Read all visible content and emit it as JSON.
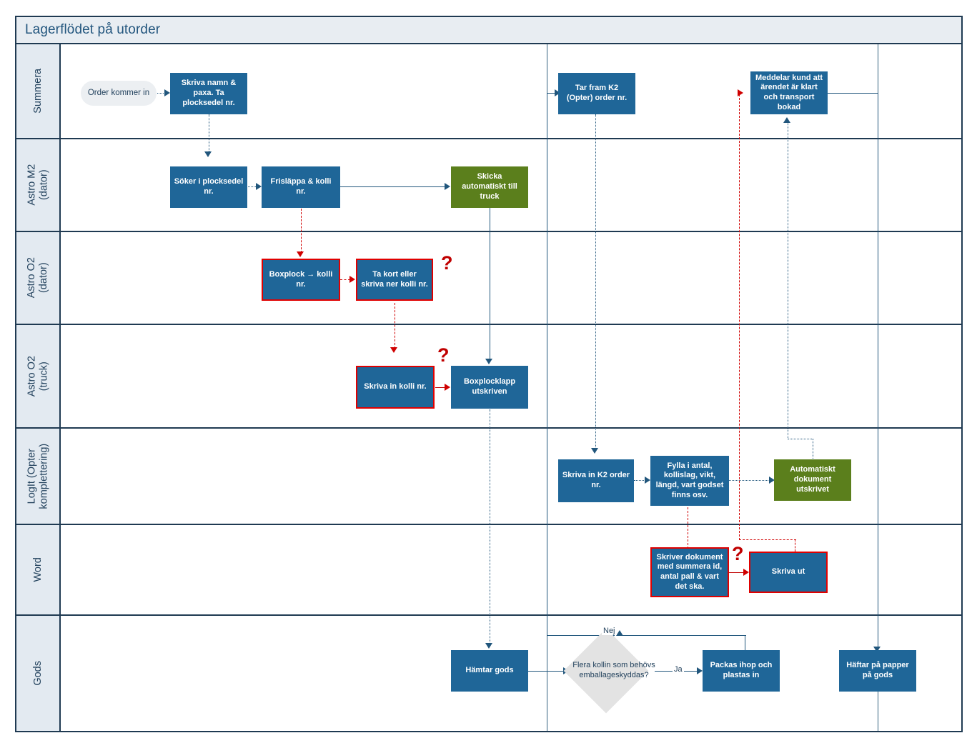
{
  "diagram": {
    "title": "Lagerflödet på utorder",
    "type": "swimlane-flowchart",
    "colors": {
      "lane_header_bg": "#e3eaf1",
      "title_bg": "#e8edf2",
      "frame": "#1f3a52",
      "node_blue": "#1f6698",
      "node_green": "#5b7f1c",
      "node_start": "#eceff2",
      "node_decision": "#e3e3e3",
      "highlight_red": "#e00000",
      "connector_blue": "#21567c",
      "title_text": "#23567e"
    }
  },
  "lanes": [
    {
      "id": "summera",
      "label": "Summera"
    },
    {
      "id": "astro-m2",
      "label": "Astro M2\n(dator)"
    },
    {
      "id": "astro-o2",
      "label": "Astro O2\n(dator)"
    },
    {
      "id": "astro-o2-truck",
      "label": "Astro O2 (truck)"
    },
    {
      "id": "logit",
      "label": "LogIt (Opter\nkomplettering)"
    },
    {
      "id": "word",
      "label": "Word"
    },
    {
      "id": "gods",
      "label": "Gods"
    }
  ],
  "nodes": [
    {
      "id": "order-kommer-in",
      "lane": "summera",
      "label": "Order kommer in",
      "shape": "rounded",
      "fill": "start",
      "highlight": false
    },
    {
      "id": "skriva-namn-paxa",
      "lane": "summera",
      "label": "Skriva namn & paxa. Ta plocksedel nr.",
      "shape": "rect",
      "fill": "blue",
      "highlight": false
    },
    {
      "id": "tar-fram-k2",
      "lane": "summera",
      "label": "Tar fram K2 (Opter) order nr.",
      "shape": "rect",
      "fill": "blue",
      "highlight": false
    },
    {
      "id": "meddelar-kund",
      "lane": "summera",
      "label": "Meddelar kund att ärendet är klart och transport bokad",
      "shape": "rect",
      "fill": "blue",
      "highlight": false
    },
    {
      "id": "soker-i-plocksedel",
      "lane": "astro-m2",
      "label": "Söker i plocksedel nr.",
      "shape": "rect",
      "fill": "blue",
      "highlight": false
    },
    {
      "id": "frislappa-kolli",
      "lane": "astro-m2",
      "label": "Frisläppa &  kolli nr.",
      "shape": "rect",
      "fill": "blue",
      "highlight": false
    },
    {
      "id": "skicka-till-truck",
      "lane": "astro-m2",
      "label": "Skicka automatiskt till truck",
      "shape": "rect",
      "fill": "green",
      "highlight": false
    },
    {
      "id": "boxplock-kolli",
      "lane": "astro-o2",
      "label": "Boxplock → kolli nr.",
      "shape": "rect",
      "fill": "blue",
      "highlight": true
    },
    {
      "id": "ta-kort-skriva",
      "lane": "astro-o2",
      "label": "Ta kort eller skriva ner kolli nr.",
      "shape": "rect",
      "fill": "blue",
      "highlight": true
    },
    {
      "id": "skriva-in-kolli",
      "lane": "astro-o2-truck",
      "label": "Skriva in kolli nr.",
      "shape": "rect",
      "fill": "blue",
      "highlight": true
    },
    {
      "id": "boxplocklapp",
      "lane": "astro-o2-truck",
      "label": "Boxplocklapp utskriven",
      "shape": "rect",
      "fill": "blue",
      "highlight": false
    },
    {
      "id": "skriva-in-k2",
      "lane": "logit",
      "label": "Skriva in K2 order nr.",
      "shape": "rect",
      "fill": "blue",
      "highlight": false
    },
    {
      "id": "fylla-i-antal",
      "lane": "logit",
      "label": "Fylla i antal, kollislag, vikt, längd, vart godset finns osv.",
      "shape": "rect",
      "fill": "blue",
      "highlight": false
    },
    {
      "id": "automatiskt-dok",
      "lane": "logit",
      "label": "Automatiskt dokument utskrivet",
      "shape": "rect",
      "fill": "green",
      "highlight": false
    },
    {
      "id": "skriver-dokument",
      "lane": "word",
      "label": "Skriver dokument med summera id, antal pall & vart det ska.",
      "shape": "rect",
      "fill": "blue",
      "highlight": true
    },
    {
      "id": "skriva-ut",
      "lane": "word",
      "label": "Skriva ut",
      "shape": "rect",
      "fill": "blue",
      "highlight": true
    },
    {
      "id": "hamtar-gods",
      "lane": "gods",
      "label": "Hämtar gods",
      "shape": "rect",
      "fill": "blue",
      "highlight": false
    },
    {
      "id": "flera-kollin",
      "lane": "gods",
      "label": "Flera kollin som behövs emballageskyddas?",
      "shape": "diamond",
      "fill": "decision",
      "highlight": false
    },
    {
      "id": "packas-ihop",
      "lane": "gods",
      "label": "Packas ihop och plastas in",
      "shape": "rect",
      "fill": "blue",
      "highlight": false
    },
    {
      "id": "haftar-pa-papper",
      "lane": "gods",
      "label": "Häftar på papper på gods",
      "shape": "rect",
      "fill": "blue",
      "highlight": false
    }
  ],
  "edge_labels": {
    "ja": "Ja",
    "nej": "Nej"
  },
  "annotations": [
    {
      "id": "q1",
      "symbol": "?",
      "near": "ta-kort-skriva"
    },
    {
      "id": "q2",
      "symbol": "?",
      "near": "skriva-in-kolli"
    },
    {
      "id": "q3",
      "symbol": "?",
      "near": "skriva-ut"
    }
  ]
}
